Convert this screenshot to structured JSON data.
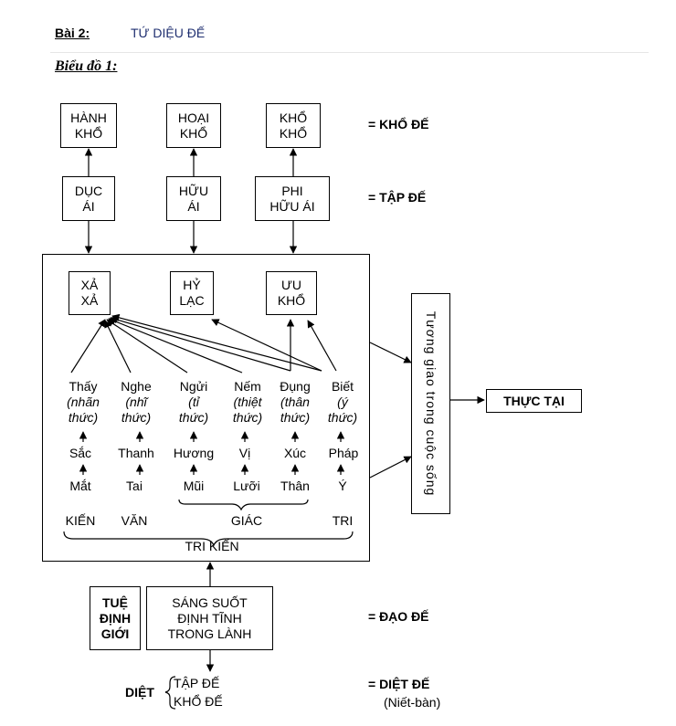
{
  "header": {
    "lesson": "Bài 2:",
    "title": "TỨ DIỆU ĐẾ",
    "diagram_label": "Biểu đồ 1:"
  },
  "top_row": {
    "hanh_kho": [
      "HÀNH",
      "KHỔ"
    ],
    "hoai_kho": [
      "HOẠI",
      "KHỔ"
    ],
    "kho_kho": [
      "KHỔ",
      "KHỔ"
    ],
    "truth": "= KHỔ  ĐẾ"
  },
  "mid_row": {
    "duc_ai": [
      "DỤC",
      "ÁI"
    ],
    "huu_ai": [
      "HỮU",
      "ÁI"
    ],
    "phi_huu_ai": [
      "PHI",
      "HỮU ÁI"
    ],
    "truth": "= TẬP  ĐẾ"
  },
  "feelings": {
    "xa": [
      "XẢ",
      "XẢ"
    ],
    "hy": [
      "HỶ",
      "LẠC"
    ],
    "uu": [
      "ƯU",
      "KHỔ"
    ]
  },
  "consciousness": [
    {
      "name": "Thấy",
      "note1": "(nhãn",
      "note2": "thức)"
    },
    {
      "name": "Nghe",
      "note1": "(nhĩ",
      "note2": "thức)"
    },
    {
      "name": "Ngửi",
      "note1": "(tỉ",
      "note2": "thức)"
    },
    {
      "name": "Nếm",
      "note1": "(thiệt",
      "note2": "thức)"
    },
    {
      "name": "Đụng",
      "note1": "(thân",
      "note2": "thức)"
    },
    {
      "name": "Biết",
      "note1": "(ý",
      "note2": "thức)"
    }
  ],
  "objects": [
    "Sắc",
    "Thanh",
    "Hương",
    "Vị",
    "Xúc",
    "Pháp"
  ],
  "organs": [
    "Mắt",
    "Tai",
    "Mũi",
    "Lưỡi",
    "Thân",
    "Ý"
  ],
  "perception": {
    "kien": "KIẾN",
    "van": "VĂN",
    "giac": "GIÁC",
    "tri": "TRI",
    "tri_kien": "TRI  KIẾN"
  },
  "interaction": "Tương giao trong cuộc sống",
  "reality": "THỰC TẠI",
  "path": {
    "three": [
      "TUỆ",
      "ĐỊNH",
      "GIỚI"
    ],
    "qualities": [
      "SÁNG SUỐT",
      "ĐỊNH TĨNH",
      "TRONG LÀNH"
    ],
    "truth": "= ĐẠO  ĐẾ"
  },
  "cessation": {
    "label": "DIỆT",
    "items": [
      "TẬP ĐẾ",
      "KHỔ ĐẾ"
    ],
    "truth": "= DIỆT  ĐẾ",
    "note": "(Niết-bàn)"
  }
}
